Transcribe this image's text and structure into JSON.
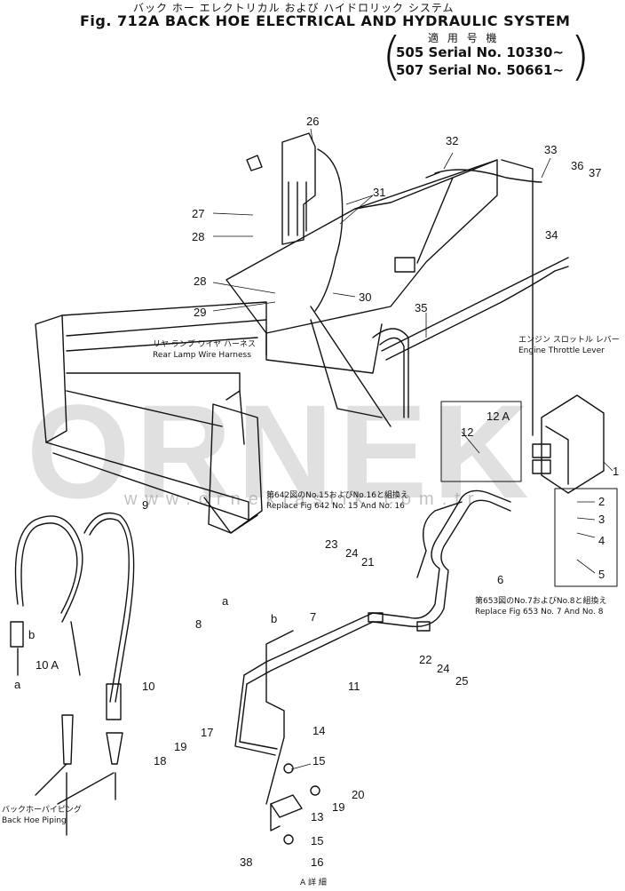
{
  "header": {
    "title_jp": "バック ホー エレクトリカル および ハイドロリック システム",
    "title": "Fig. 712A BACK HOE ELECTRICAL AND HYDRAULIC SYSTEM",
    "serial_jp": "適 用 号 機",
    "serials": [
      "505 Serial No. 10330~",
      "507 Serial No. 50661~"
    ]
  },
  "watermark": {
    "brand": "ORNEK",
    "site": "www.orneklastik.com.tr"
  },
  "notes": {
    "rear_lamp_jp": "リヤ ランプ ワイヤ ハーネス",
    "rear_lamp": "Rear Lamp Wire Harness",
    "engine_throttle_jp": "エンジン スロットル レバー",
    "engine_throttle": "Engine Throttle Lever",
    "replace_642_jp": "第642図のNo.15およびNo.16と組換え",
    "replace_642": "Replace Fig 642 No. 15 And No. 16",
    "replace_653_jp": "第653図のNo.7およびNo.8と組換え",
    "replace_653": "Replace Fig 653 No. 7 And No. 8",
    "back_hoe_piping_jp": "バックホーパイピング",
    "back_hoe_piping": "Back Hoe Piping",
    "detail_a": "A 詳 細"
  },
  "callouts": [
    "26",
    "31",
    "27",
    "28",
    "28",
    "29",
    "30",
    "32",
    "33",
    "36",
    "37",
    "34",
    "35",
    "12",
    "12 A",
    "1",
    "2",
    "3",
    "4",
    "5",
    "9",
    "10 A",
    "10",
    "a",
    "b",
    "a",
    "b",
    "8",
    "23",
    "24",
    "21",
    "7",
    "6",
    "22",
    "24",
    "25",
    "11",
    "18",
    "19",
    "17",
    "14",
    "15",
    "20",
    "19",
    "13",
    "15",
    "16",
    "38"
  ]
}
